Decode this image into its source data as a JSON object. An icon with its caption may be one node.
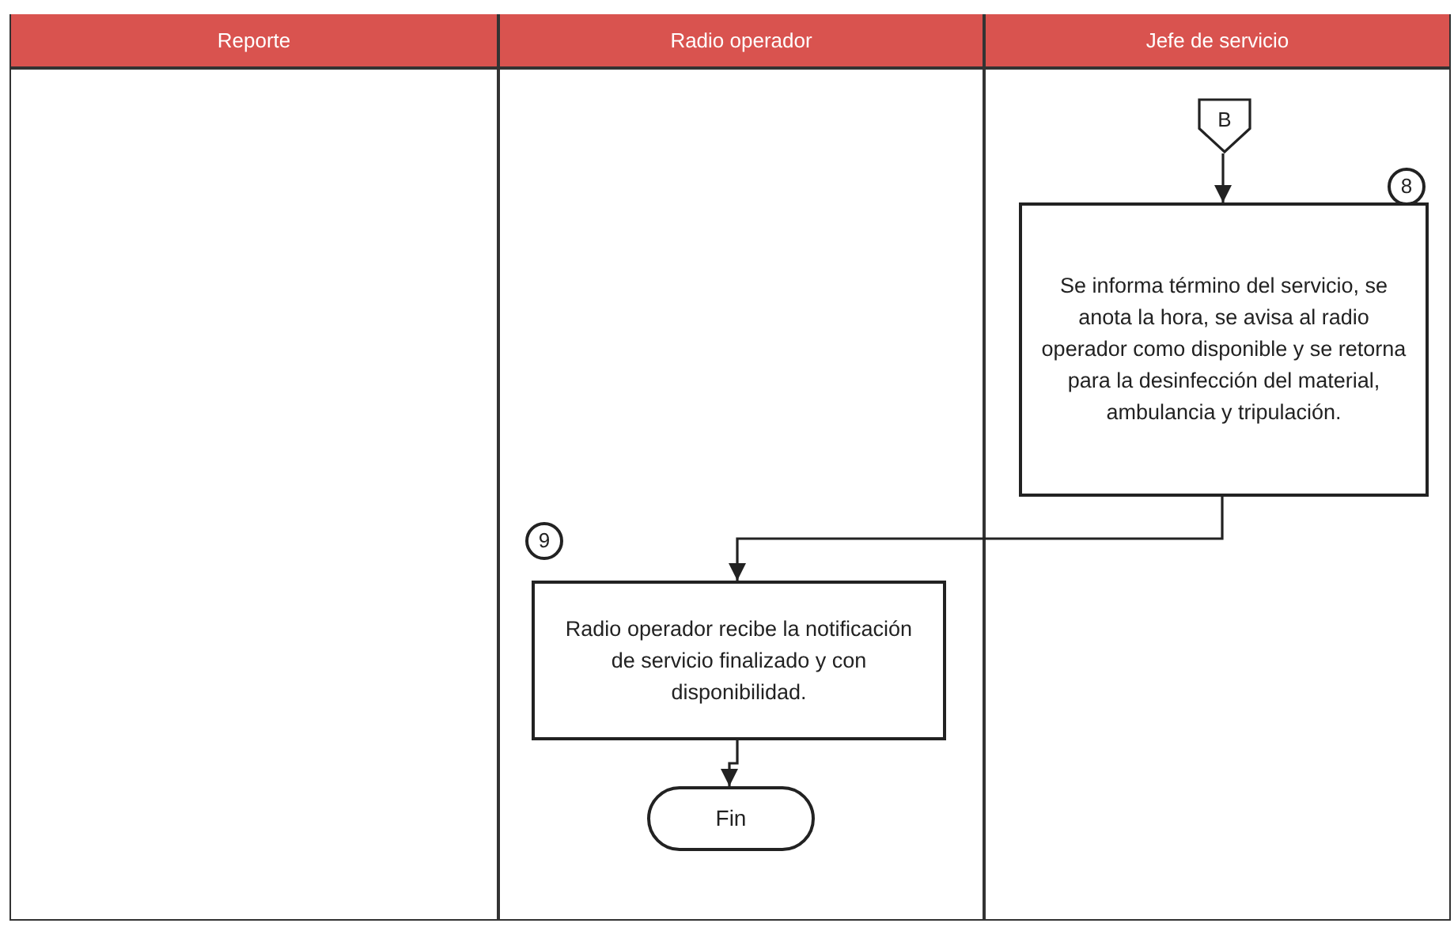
{
  "diagram": {
    "nodes": [
      {
        "text": [
          "Reporte"
        ]
      },
      {
        "text": [
          "Radio operador"
        ]
      },
      {
        "text": [
          "Jefe de servicio"
        ]
      },
      {
        "text": [
          "B"
        ],
        "in": 2
      },
      {
        "text": [
          "Se informa término del servicio, se anota la hora, se avisa al radio operador como disponible y se retorna para la desinfección del material, ambulancia y tripulación."
        ],
        "in": 2,
        "beside": [
          "8"
        ]
      },
      {
        "text": [
          "Radio operador recibe la notificación de servicio finalizado y con disponibilidad."
        ],
        "in": 1,
        "beside": [
          "9"
        ]
      },
      {
        "text": [
          "Fin"
        ],
        "in": 1
      }
    ],
    "edges": [
      {
        "from": 3,
        "to": 4,
        "arrow": "to"
      },
      {
        "from": 4,
        "to": 5,
        "arrow": "to"
      },
      {
        "from": 5,
        "to": 6,
        "arrow": "to"
      }
    ]
  }
}
